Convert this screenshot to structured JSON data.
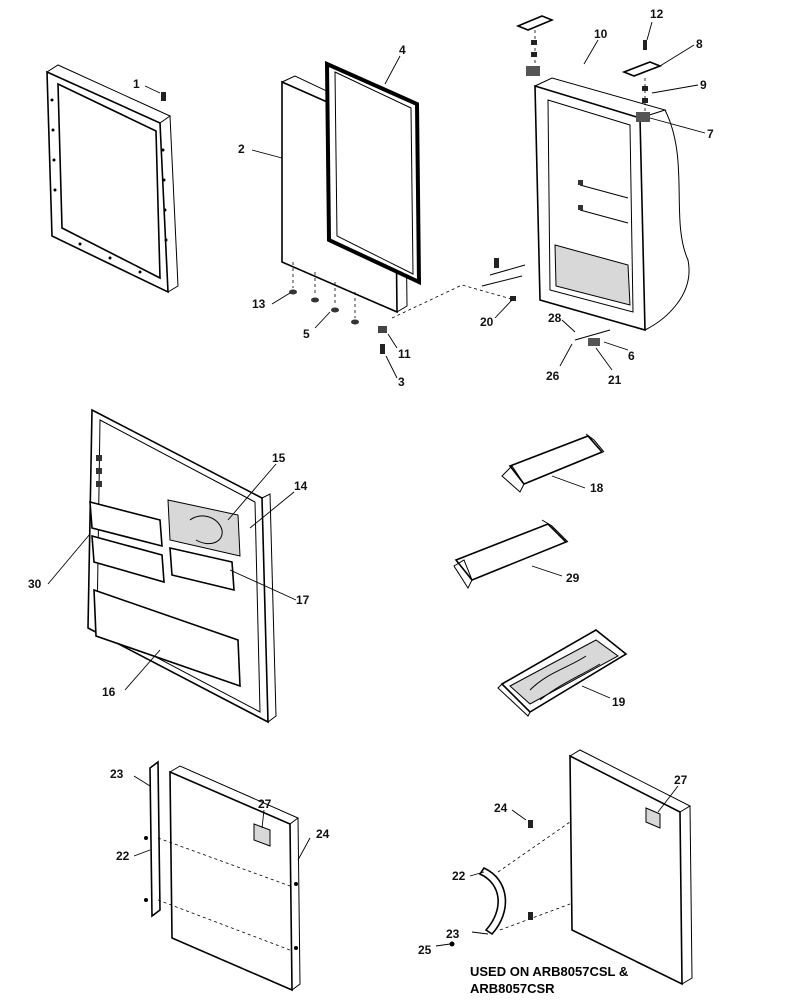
{
  "callouts": {
    "c1": "1",
    "c2": "2",
    "c3": "3",
    "c4": "4",
    "c5": "5",
    "c6": "6",
    "c7": "7",
    "c8": "8",
    "c9": "9",
    "c10": "10",
    "c11": "11",
    "c12": "12",
    "c13": "13",
    "c14": "14",
    "c15": "15",
    "c16": "16",
    "c17": "17",
    "c18": "18",
    "c19": "19",
    "c20": "20",
    "c21": "21",
    "c22a": "22",
    "c22b": "22",
    "c23a": "23",
    "c23b": "23",
    "c24a": "24",
    "c24b": "24",
    "c25": "25",
    "c26": "26",
    "c27a": "27",
    "c27b": "27",
    "c28": "28",
    "c29": "29",
    "c30": "30"
  },
  "note": {
    "line1": "USED ON ARB8057CSL &",
    "line2": "ARB8057CSR"
  }
}
